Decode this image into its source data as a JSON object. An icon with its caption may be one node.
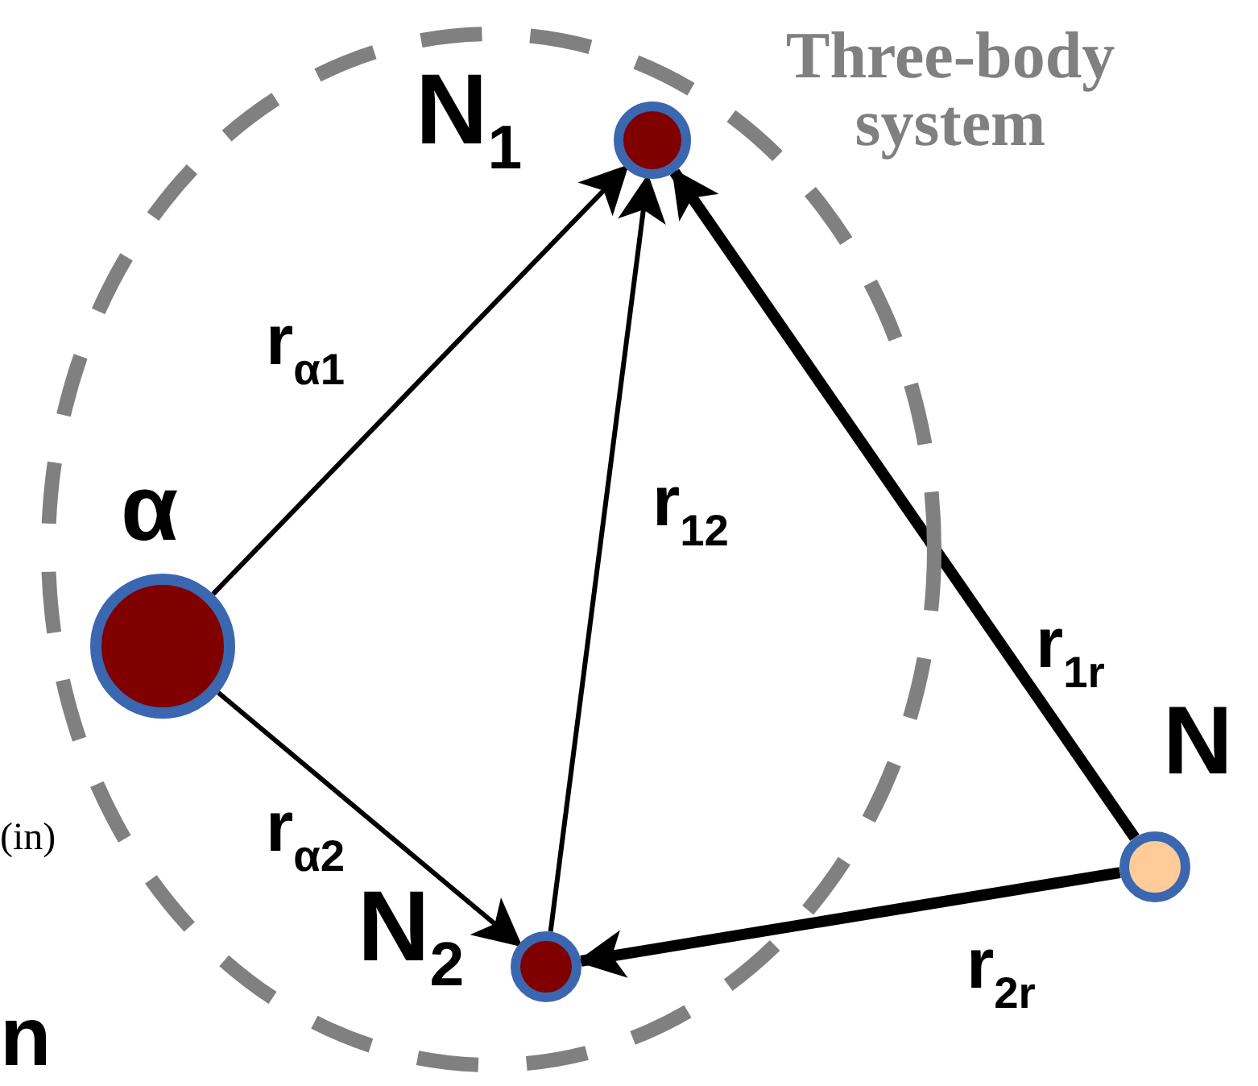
{
  "diagram": {
    "nodes": [
      {
        "text": [
          "Three-body system"
        ]
      },
      {
        "text": [],
        "shape": "circle",
        "in": 0,
        "beside": [
          "N$_{1}$"
        ]
      },
      {
        "text": [],
        "shape": "circle",
        "in": 0,
        "beside": [
          "α"
        ]
      },
      {
        "text": [],
        "shape": "circle",
        "in": 0,
        "beside": [
          "N$_{2}$"
        ]
      },
      {
        "text": [],
        "shape": "circle",
        "beside": [
          "N"
        ]
      }
    ],
    "edges": [
      {
        "from": 2,
        "to": 1,
        "arrow": "to",
        "label": "r$_{α1}$"
      },
      {
        "from": 3,
        "to": 1,
        "arrow": "to",
        "label": "r$_{12}$"
      },
      {
        "from": 4,
        "to": 1,
        "arrow": "to",
        "label": "r$_{1r}$",
        "style": "thick"
      },
      {
        "from": 2,
        "to": 3,
        "arrow": "to",
        "label": "r$_{α2}$"
      },
      {
        "from": 4,
        "to": 3,
        "arrow": "to",
        "label": "r$_{2r}$",
        "style": "thick"
      }
    ],
    "labels": [
      "(in)",
      "n"
    ]
  }
}
